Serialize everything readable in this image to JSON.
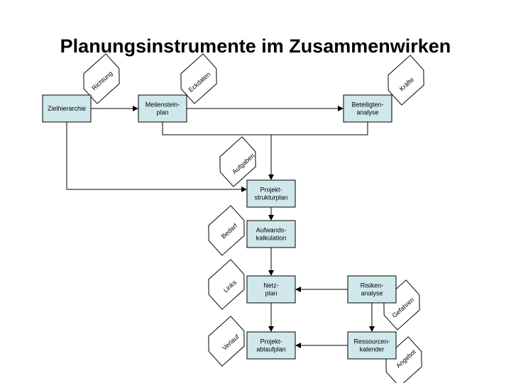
{
  "title": "Planungsinstrumente im Zusammenwirken",
  "colors": {
    "box_fill": "#cfe8ec",
    "stroke": "#000000",
    "tag_fill": "#ffffff"
  },
  "boxes": [
    {
      "id": "zielhierarchie",
      "lines": [
        "Zielhierarchie"
      ]
    },
    {
      "id": "meilensteinplan",
      "lines": [
        "Meilenstein-",
        "plan"
      ]
    },
    {
      "id": "beteiligtenanalyse",
      "lines": [
        "Beteiligten-",
        "analyse"
      ]
    },
    {
      "id": "projektstrukturplan",
      "lines": [
        "Projekt-",
        "strukturplan"
      ]
    },
    {
      "id": "aufwandskalkulation",
      "lines": [
        "Aufwands-",
        "kalkulation"
      ]
    },
    {
      "id": "netzplan",
      "lines": [
        "Netz-",
        "plan"
      ]
    },
    {
      "id": "risikenanalyse",
      "lines": [
        "Risiken-",
        "analyse"
      ]
    },
    {
      "id": "projektablaufplan",
      "lines": [
        "Projekt-",
        "ablaufplan"
      ]
    },
    {
      "id": "ressourcenkalender",
      "lines": [
        "Ressourcen-",
        "kalender"
      ]
    }
  ],
  "tags": [
    {
      "id": "richtung",
      "label": "Richtung"
    },
    {
      "id": "eckdaten",
      "label": "Eckdaten"
    },
    {
      "id": "kraefte",
      "label": "Kräfte"
    },
    {
      "id": "aufgaben",
      "label": "Aufgaben"
    },
    {
      "id": "bedarf",
      "label": "Bedarf"
    },
    {
      "id": "links",
      "label": "Links"
    },
    {
      "id": "gefahren",
      "label": "Gefahren"
    },
    {
      "id": "verlauf",
      "label": "Verlauf"
    },
    {
      "id": "angebot",
      "label": "Angebot"
    }
  ]
}
